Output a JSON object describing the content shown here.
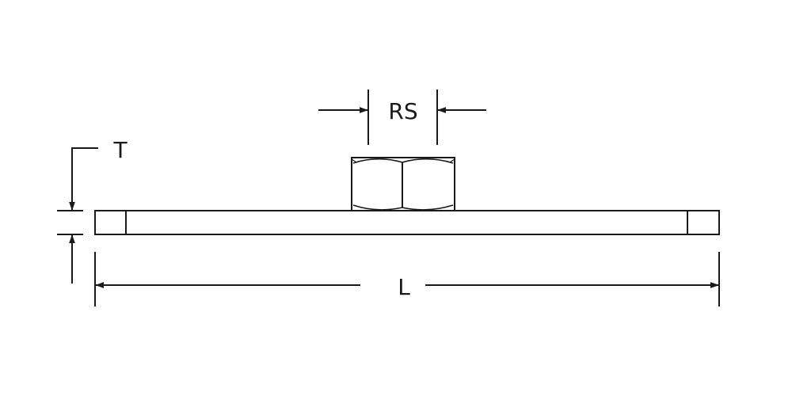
{
  "labels": {
    "thickness": "T",
    "rod_size": "RS",
    "length": "L"
  },
  "colors": {
    "line": "#1a1a1a",
    "background": "#ffffff"
  }
}
